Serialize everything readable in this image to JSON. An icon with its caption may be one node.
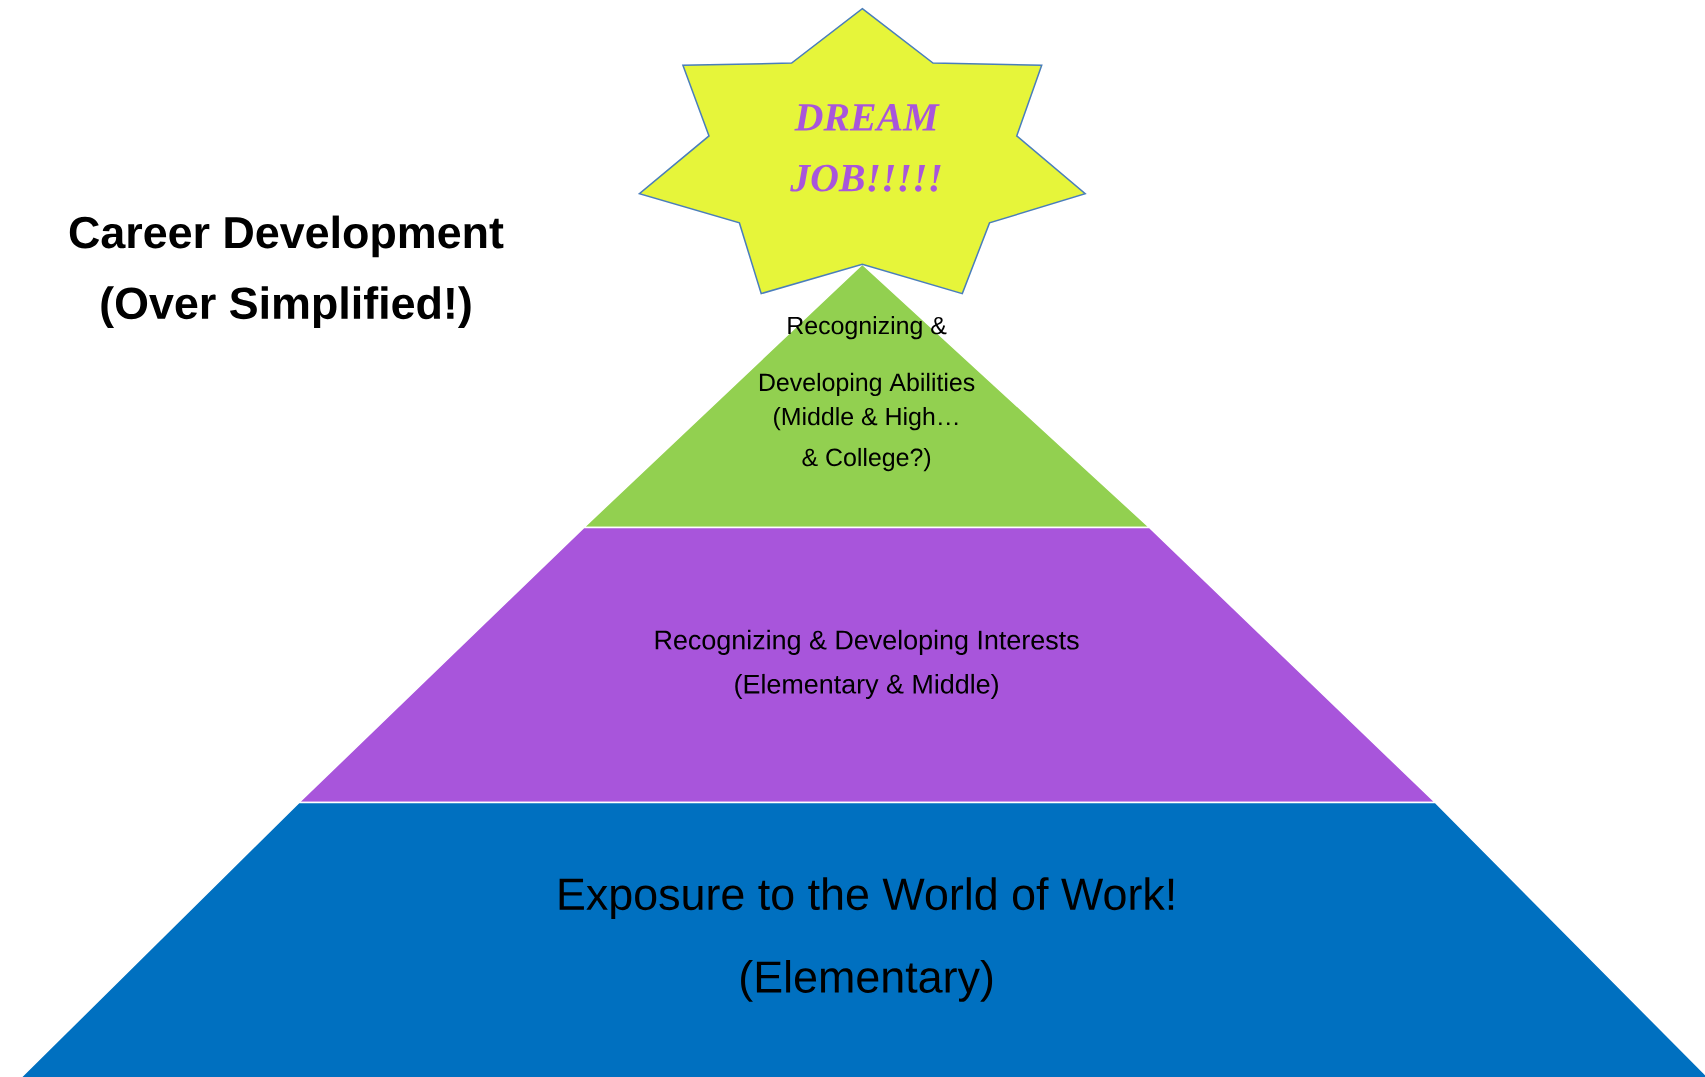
{
  "diagram": {
    "title": "Career Development (Over Simplified!)",
    "nodes": [
      {
        "text": [
          "DREAM JOB!!!!!"
        ]
      },
      {
        "text": [
          "Recognizing & Developing Abilities",
          "(Middle & High… & College?)"
        ]
      },
      {
        "text": [
          "Recognizing & Developing Interests",
          "(Elementary & Middle)"
        ]
      },
      {
        "text": [
          "Exposure to the World of Work!",
          "(Elementary)"
        ]
      }
    ]
  }
}
